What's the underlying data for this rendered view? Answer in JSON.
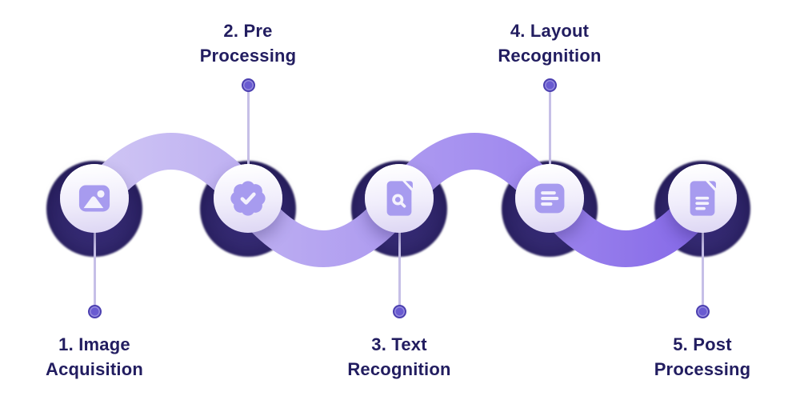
{
  "diagram": {
    "steps": [
      {
        "line1": "1. Image",
        "line2": "Acquisition",
        "icon": "image-icon",
        "label_position": "bottom"
      },
      {
        "line1": "2. Pre",
        "line2": "Processing",
        "icon": "badge-check-icon",
        "label_position": "top"
      },
      {
        "line1": "3. Text",
        "line2": "Recognition",
        "icon": "file-search-icon",
        "label_position": "bottom"
      },
      {
        "line1": "4. Layout",
        "line2": "Recognition",
        "icon": "text-alignment-icon",
        "label_position": "top"
      },
      {
        "line1": "5. Post",
        "line2": "Processing",
        "icon": "document-icon",
        "label_position": "bottom"
      }
    ],
    "colors": {
      "ribbon_gradient_start": "#d1c8f4",
      "ribbon_gradient_end": "#8366e7",
      "node_glow_inner": "#463896",
      "node_glow_outer": "#221950",
      "node_circle_top": "#fefeff",
      "node_circle_bottom": "#dcd5f3",
      "icon_purple": "#a79bef",
      "connector_line": "#c6bfe7",
      "dot_fill": "#695bd1",
      "dot_border": "#4c40b0",
      "label_text": "#221d60"
    }
  }
}
